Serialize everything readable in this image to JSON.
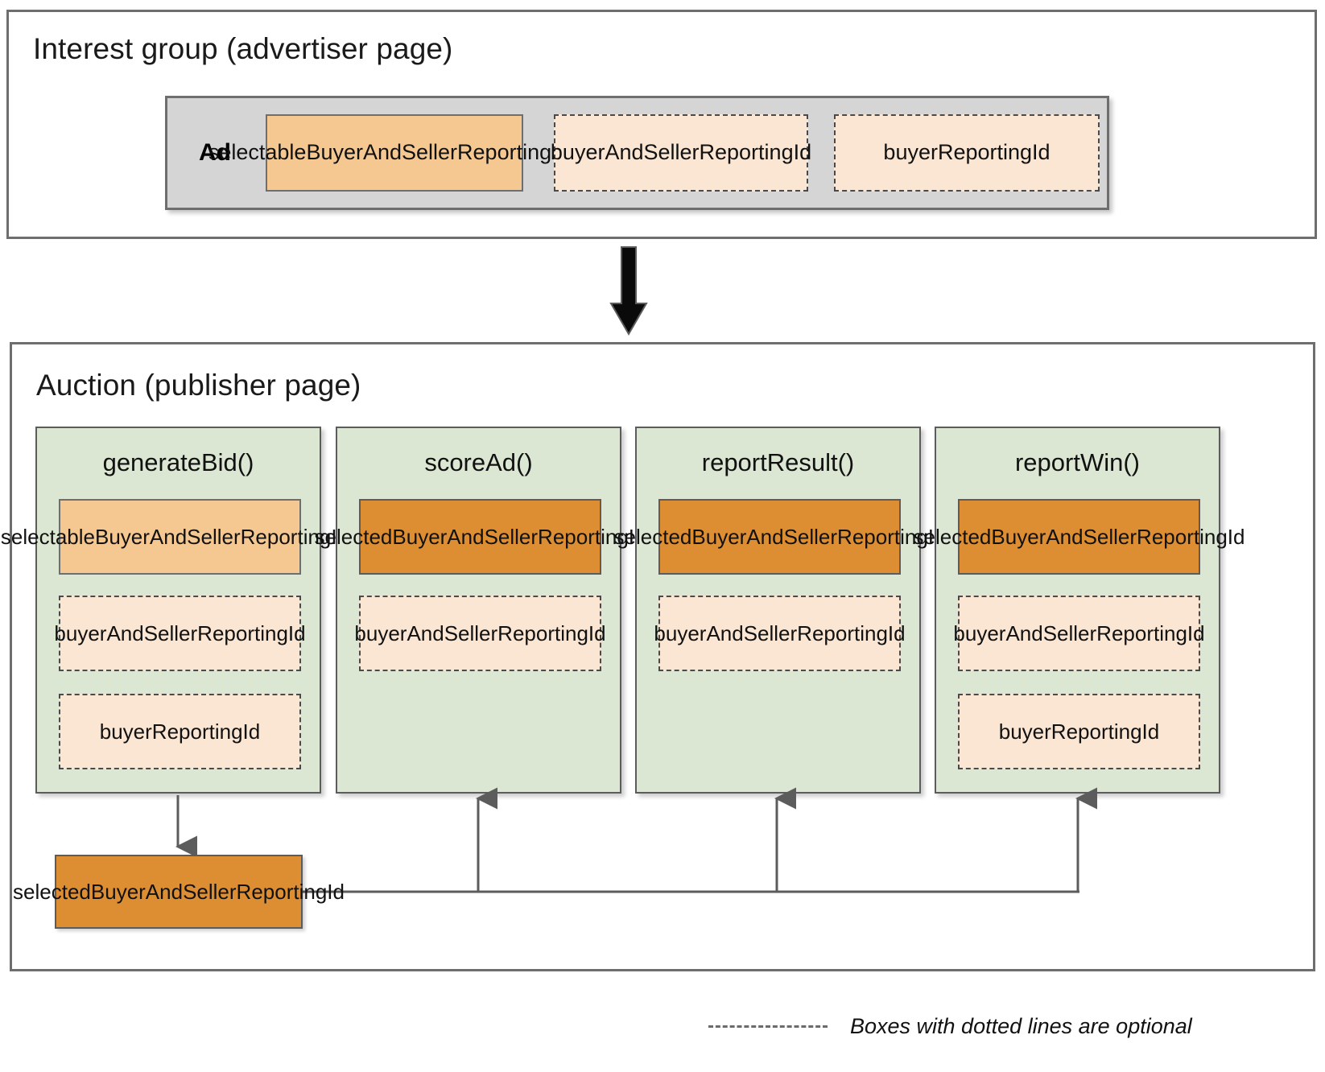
{
  "interest_group": {
    "title": "Interest group (advertiser page)",
    "ad_label": "Ad",
    "chips": [
      {
        "label": "selectableBuyerAndSellerReportingIds",
        "style": "solid-light"
      },
      {
        "label": "buyerAndSellerReportingId",
        "style": "dashed"
      },
      {
        "label": "buyerReportingId",
        "style": "dashed"
      }
    ]
  },
  "flow_arrow_icon": "arrow-down-icon",
  "auction": {
    "title": "Auction (publisher page)",
    "columns": [
      {
        "name": "generateBid()",
        "chips": [
          {
            "label": "selectableBuyerAndSellerReportingIds",
            "style": "solid-light"
          },
          {
            "label": "buyerAndSellerReportingId",
            "style": "dashed"
          },
          {
            "label": "buyerReportingId",
            "style": "dashed"
          }
        ]
      },
      {
        "name": "scoreAd()",
        "chips": [
          {
            "label": "selectedBuyerAndSellerReportingId",
            "style": "solid-dark"
          },
          {
            "label": "buyerAndSellerReportingId",
            "style": "dashed"
          }
        ]
      },
      {
        "name": "reportResult()",
        "chips": [
          {
            "label": "selectedBuyerAndSellerReportingId",
            "style": "solid-dark"
          },
          {
            "label": "buyerAndSellerReportingId",
            "style": "dashed"
          }
        ]
      },
      {
        "name": "reportWin()",
        "chips": [
          {
            "label": "selectedBuyerAndSellerReportingId",
            "style": "solid-dark"
          },
          {
            "label": "buyerAndSellerReportingId",
            "style": "dashed"
          },
          {
            "label": "buyerReportingId",
            "style": "dashed"
          }
        ]
      }
    ],
    "output_box": {
      "label": "selectedBuyerAndSellerReportingId",
      "style": "solid-dark"
    }
  },
  "legend": {
    "sample_icon": "dashed-line-icon",
    "text": "Boxes with dotted lines are optional"
  },
  "colors": {
    "panel_border": "#6e6e6e",
    "ad_panel_fill": "#d5d5d5",
    "fn_panel_fill": "#dce7d3",
    "chip_light_orange": "#f5c892",
    "chip_dark_orange": "#dd8e33",
    "chip_peach": "#fae6d2",
    "connector": "#5c5c5c",
    "text": "#111111"
  }
}
